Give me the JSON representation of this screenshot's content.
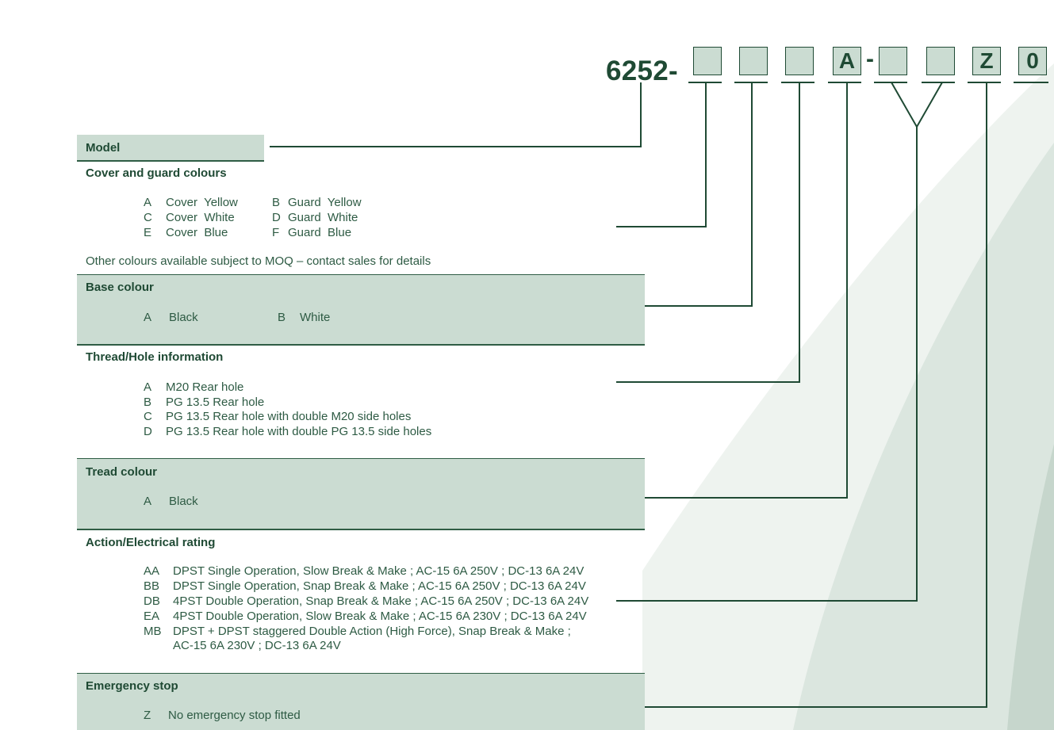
{
  "part_number": {
    "prefix": "6252-",
    "boxes": [
      "",
      "",
      "",
      "A",
      "",
      "",
      "Z",
      "0"
    ],
    "separator": "-"
  },
  "sections": {
    "model": {
      "title": "Model"
    },
    "cover_guard": {
      "title": "Cover and guard colours",
      "options": [
        {
          "code": "A",
          "label": "Cover  Yellow"
        },
        {
          "code": "B",
          "label": "Guard  Yellow"
        },
        {
          "code": "C",
          "label": "Cover  White"
        },
        {
          "code": "D",
          "label": "Guard  White"
        },
        {
          "code": "E",
          "label": "Cover  Blue"
        },
        {
          "code": "F",
          "label": "Guard  Blue"
        }
      ],
      "note": "Other colours available subject to MOQ – contact sales for details"
    },
    "base_colour": {
      "title": "Base colour",
      "options": [
        {
          "code": "A",
          "label": "Black"
        },
        {
          "code": "B",
          "label": "White"
        }
      ]
    },
    "thread_hole": {
      "title": "Thread/Hole information",
      "options": [
        {
          "code": "A",
          "label": "M20 Rear hole"
        },
        {
          "code": "B",
          "label": "PG 13.5 Rear hole"
        },
        {
          "code": "C",
          "label": "PG 13.5 Rear hole with double M20 side holes"
        },
        {
          "code": "D",
          "label": "PG 13.5 Rear hole with double PG 13.5 side holes"
        }
      ]
    },
    "tread_colour": {
      "title": "Tread colour",
      "options": [
        {
          "code": "A",
          "label": "Black"
        }
      ]
    },
    "action_rating": {
      "title": "Action/Electrical rating",
      "options": [
        {
          "code": "AA",
          "label": "DPST Single Operation, Slow Break & Make ; AC-15 6A 250V ; DC-13 6A 24V"
        },
        {
          "code": "BB",
          "label": "DPST Single Operation, Snap Break & Make ; AC-15 6A 250V ; DC-13 6A 24V"
        },
        {
          "code": "DB",
          "label": "4PST Double Operation, Snap Break & Make ; AC-15 6A 250V ; DC-13 6A 24V"
        },
        {
          "code": "EA",
          "label": "4PST Double Operation, Slow Break & Make ; AC-15 6A 230V ; DC-13 6A 24V"
        },
        {
          "code": "MB",
          "label": "DPST + DPST staggered Double Action (High Force), Snap Break & Make ;"
        }
      ],
      "continuation": "AC-15 6A 230V ; DC-13 6A 24V"
    },
    "emergency_stop": {
      "title": "Emergency stop",
      "options": [
        {
          "code": "Z",
          "label": "No emergency stop fitted"
        }
      ]
    }
  },
  "colors": {
    "accent": "#1f4a34",
    "band": "#cbdcd2",
    "text": "#2e5b44"
  }
}
